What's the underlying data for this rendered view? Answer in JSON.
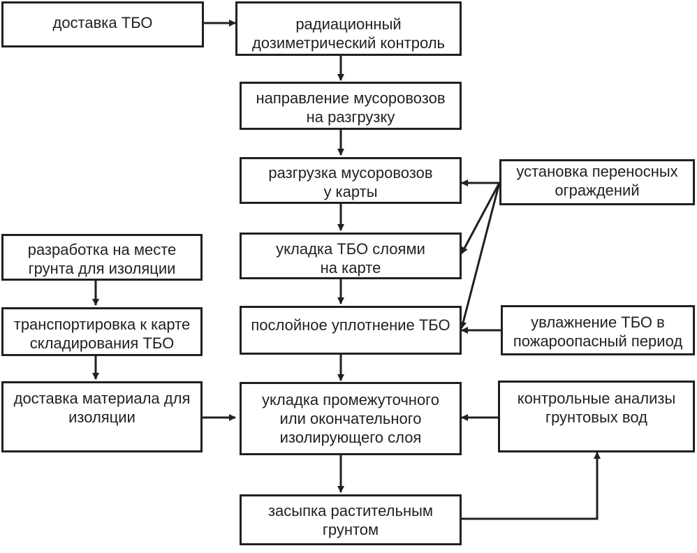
{
  "diagram": {
    "boxes": {
      "delivery_tbo": "доставка ТБО",
      "radiation_control": "радиационный\nдозиметрический контроль",
      "direct_trucks": "направление мусоровозов\nна разгрузку",
      "unload_trucks": "разгрузка мусоровозов\nу карты",
      "lay_tbo_layers": "укладка ТБО слоями\nна карте",
      "layer_compaction": "послойное уплотнение ТБО",
      "intermediate_layer": "укладка промежуточного\nили окончательного\nизолирующего слоя",
      "backfill_soil": "засыпка растительным\nгрунтом",
      "portable_fences": "установка переносных\nограждений",
      "moistening": "увлажнение ТБО в\nпожароопасный период",
      "groundwater_analysis": "контрольные анализы\nгрунтовых вод",
      "soil_development": "разработка на месте\nгрунта для изоляции",
      "transport_to_map": "транспортировка к карте\nскладирования ТБО",
      "deliver_material": "доставка материала для\nизоляции"
    }
  },
  "colors": {
    "stroke": "#231f20",
    "background": "#ffffff"
  }
}
